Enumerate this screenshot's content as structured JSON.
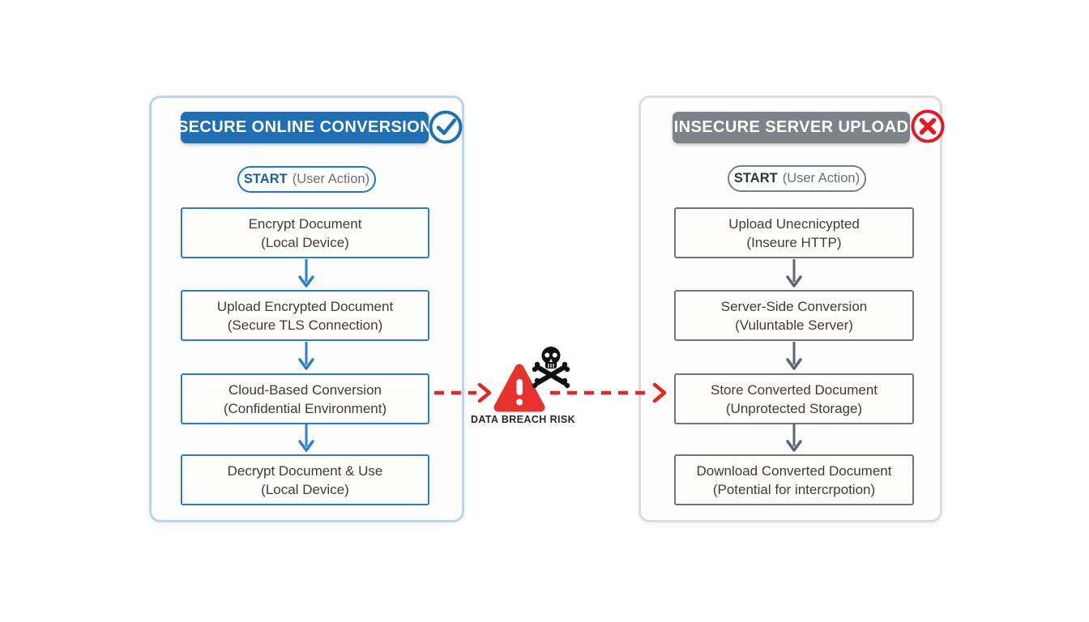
{
  "diagram": {
    "left": {
      "title": "SECURE ONLINE CONVERSION",
      "status_icon": "check-circle",
      "accent_color": "#1e6fb4",
      "border_color": "#b9d5ec",
      "start_label": "START",
      "start_sublabel": "(User Action)",
      "steps": [
        {
          "line1": "Encrypt Document",
          "line2": "(Local Device)"
        },
        {
          "line1": "Upload Encrypted Document",
          "line2": "(Secure TLS Connection)"
        },
        {
          "line1": "Cloud-Based Conversion",
          "line2": "(Confidential Environment)"
        },
        {
          "line1": "Decrypt Document & Use",
          "line2": "(Local Device)"
        }
      ]
    },
    "right": {
      "title": "INSECURE SERVER UPLOAD",
      "status_icon": "x-circle",
      "accent_color": "#7e838a",
      "border_color": "#dcdcdc",
      "start_label": "START",
      "start_sublabel": "(User Action)",
      "steps": [
        {
          "line1": "Upload Unecnicypted",
          "line2": "(Inseure HTTP)"
        },
        {
          "line1": "Server-Side Conversion",
          "line2": "(Vuluntable Server)"
        },
        {
          "line1": "Store Converted Document",
          "line2": "(Unprotected Storage)"
        },
        {
          "line1": "Download Converted Document",
          "line2": "(Potential for intercrpotion)"
        }
      ]
    },
    "hazard": {
      "label": "DATA BREACH RISK",
      "icons": [
        "warning-triangle-icon",
        "skull-crossbones-icon"
      ],
      "arrow_color": "#e22727",
      "triangle_color": "#e8322e"
    }
  }
}
